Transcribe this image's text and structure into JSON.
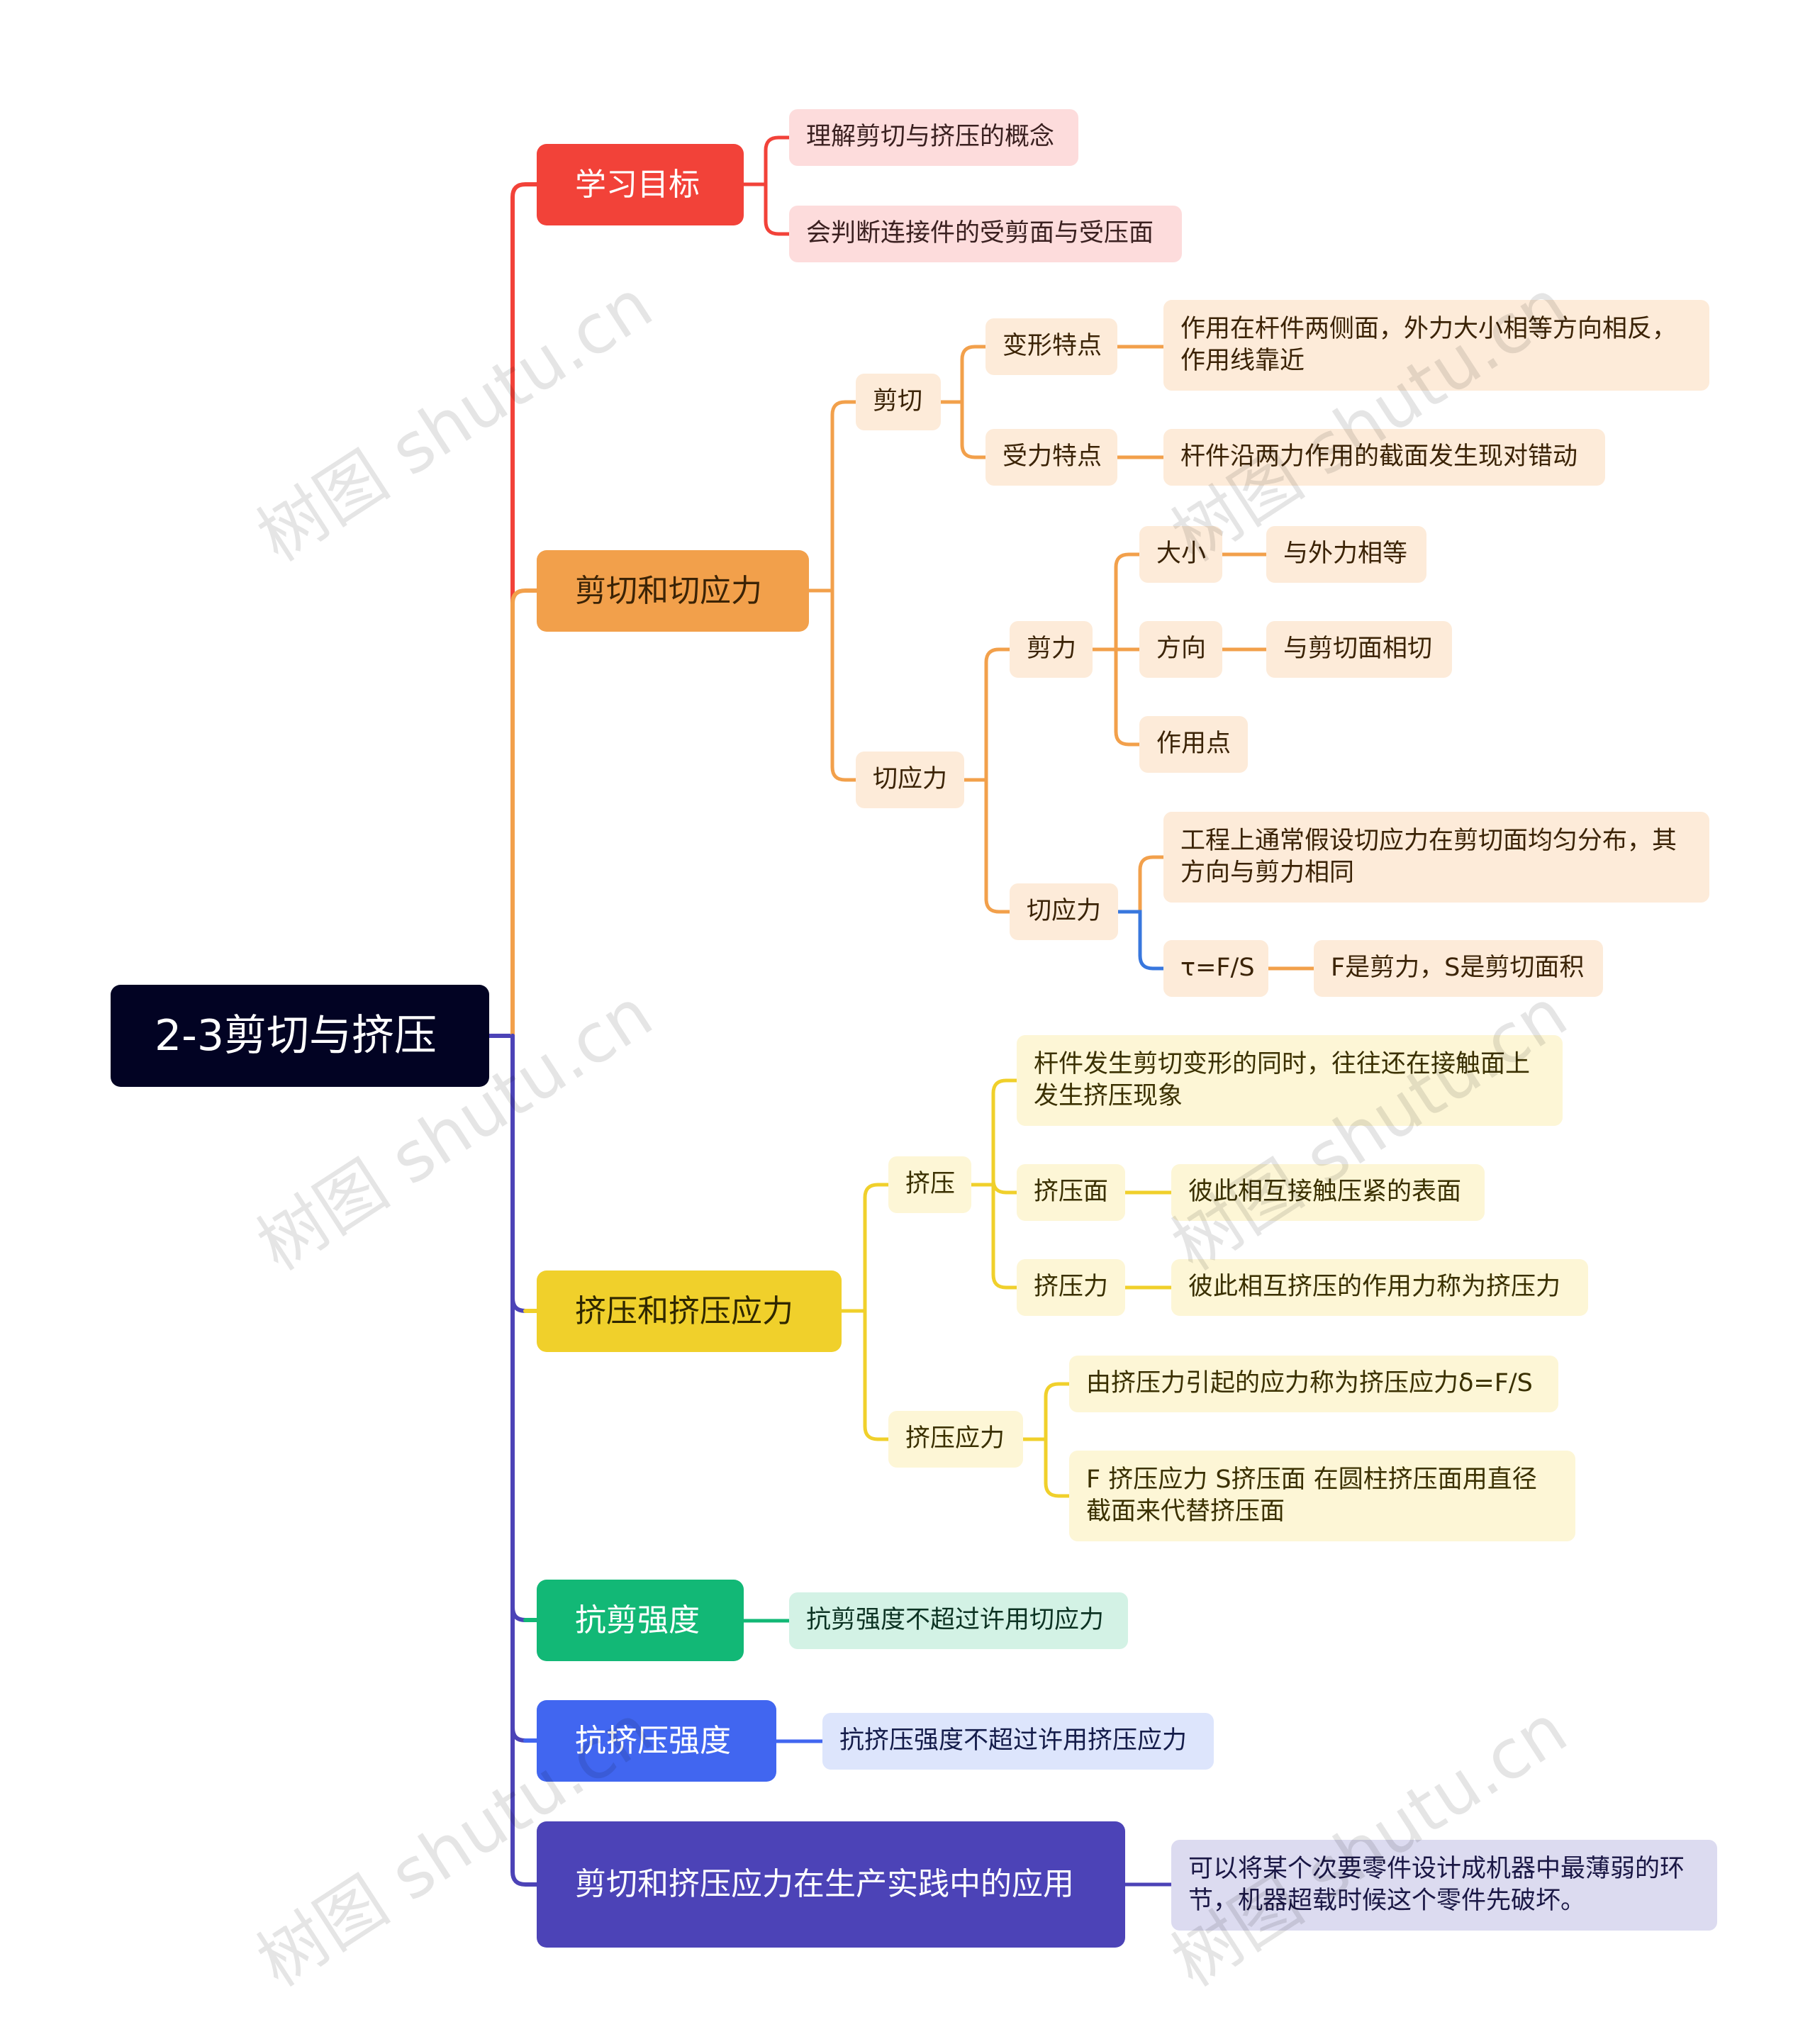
{
  "root": {
    "label": "2-3剪切与挤压"
  },
  "colors": {
    "root": "#020323",
    "goal": "#f24239",
    "goal_light": "#fddcdc",
    "shear": "#f2a04b",
    "shear_light": "#fdebd9",
    "squeeze": "#f0d02b",
    "squeeze_light": "#fdf6d6",
    "anti_shear": "#12b876",
    "anti_shear_light": "#d3f2e5",
    "anti_squeeze": "#4166f0",
    "anti_squeeze_light": "#dde5fc",
    "apply": "#4c43b7",
    "apply_light": "#dcdbf0",
    "accent_blue": "#3877de"
  },
  "branches": {
    "goal": {
      "label": "学习目标",
      "items": [
        "理解剪切与挤压的概念",
        "会判断连接件的受剪面与受压面"
      ]
    },
    "shear": {
      "label": "剪切和切应力",
      "jianqie": {
        "label": "剪切",
        "bianxing": {
          "label": "变形特点",
          "text": "作用在杆件两侧面，外力大小相等方向相反，作用线靠近"
        },
        "shouli": {
          "label": "受力特点",
          "text": "杆件沿两力作用的截面发生现对错动"
        }
      },
      "qieyingli": {
        "label": "切应力",
        "jianli": {
          "label": "剪力",
          "daxiao": {
            "label": "大小",
            "text": "与外力相等"
          },
          "fangxiang": {
            "label": "方向",
            "text": "与剪切面相切"
          },
          "zuoyongdian": {
            "label": "作用点"
          }
        },
        "qieyingli2": {
          "label": "切应力",
          "text": "工程上通常假设切应力在剪切面均匀分布，其方向与剪力相同",
          "formula": {
            "label": "τ=F/S",
            "text": "F是剪力，S是剪切面积"
          }
        }
      }
    },
    "squeeze": {
      "label": "挤压和挤压应力",
      "jiya": {
        "label": "挤压",
        "text": "杆件发生剪切变形的同时，往往还在接触面上发生挤压现象",
        "mian": {
          "label": "挤压面",
          "text": "彼此相互接触压紧的表面"
        },
        "li": {
          "label": "挤压力",
          "text": "彼此相互挤压的作用力称为挤压力"
        }
      },
      "yingli": {
        "label": "挤压应力",
        "text1": "由挤压力引起的应力称为挤压应力δ=F/S",
        "text2": "F 挤压应力  S挤压面  在圆柱挤压面用直径截面来代替挤压面"
      }
    },
    "anti_shear": {
      "label": "抗剪强度",
      "text": "抗剪强度不超过许用切应力"
    },
    "anti_squeeze": {
      "label": "抗挤压强度",
      "text": "抗挤压强度不超过许用挤压应力"
    },
    "apply": {
      "label": "剪切和挤压应力在生产实践中的应用",
      "text": "可以将某个次要零件设计成机器中最薄弱的环节，机器超载时候这个零件先破坏。"
    }
  },
  "watermark": "树图 shutu.cn"
}
